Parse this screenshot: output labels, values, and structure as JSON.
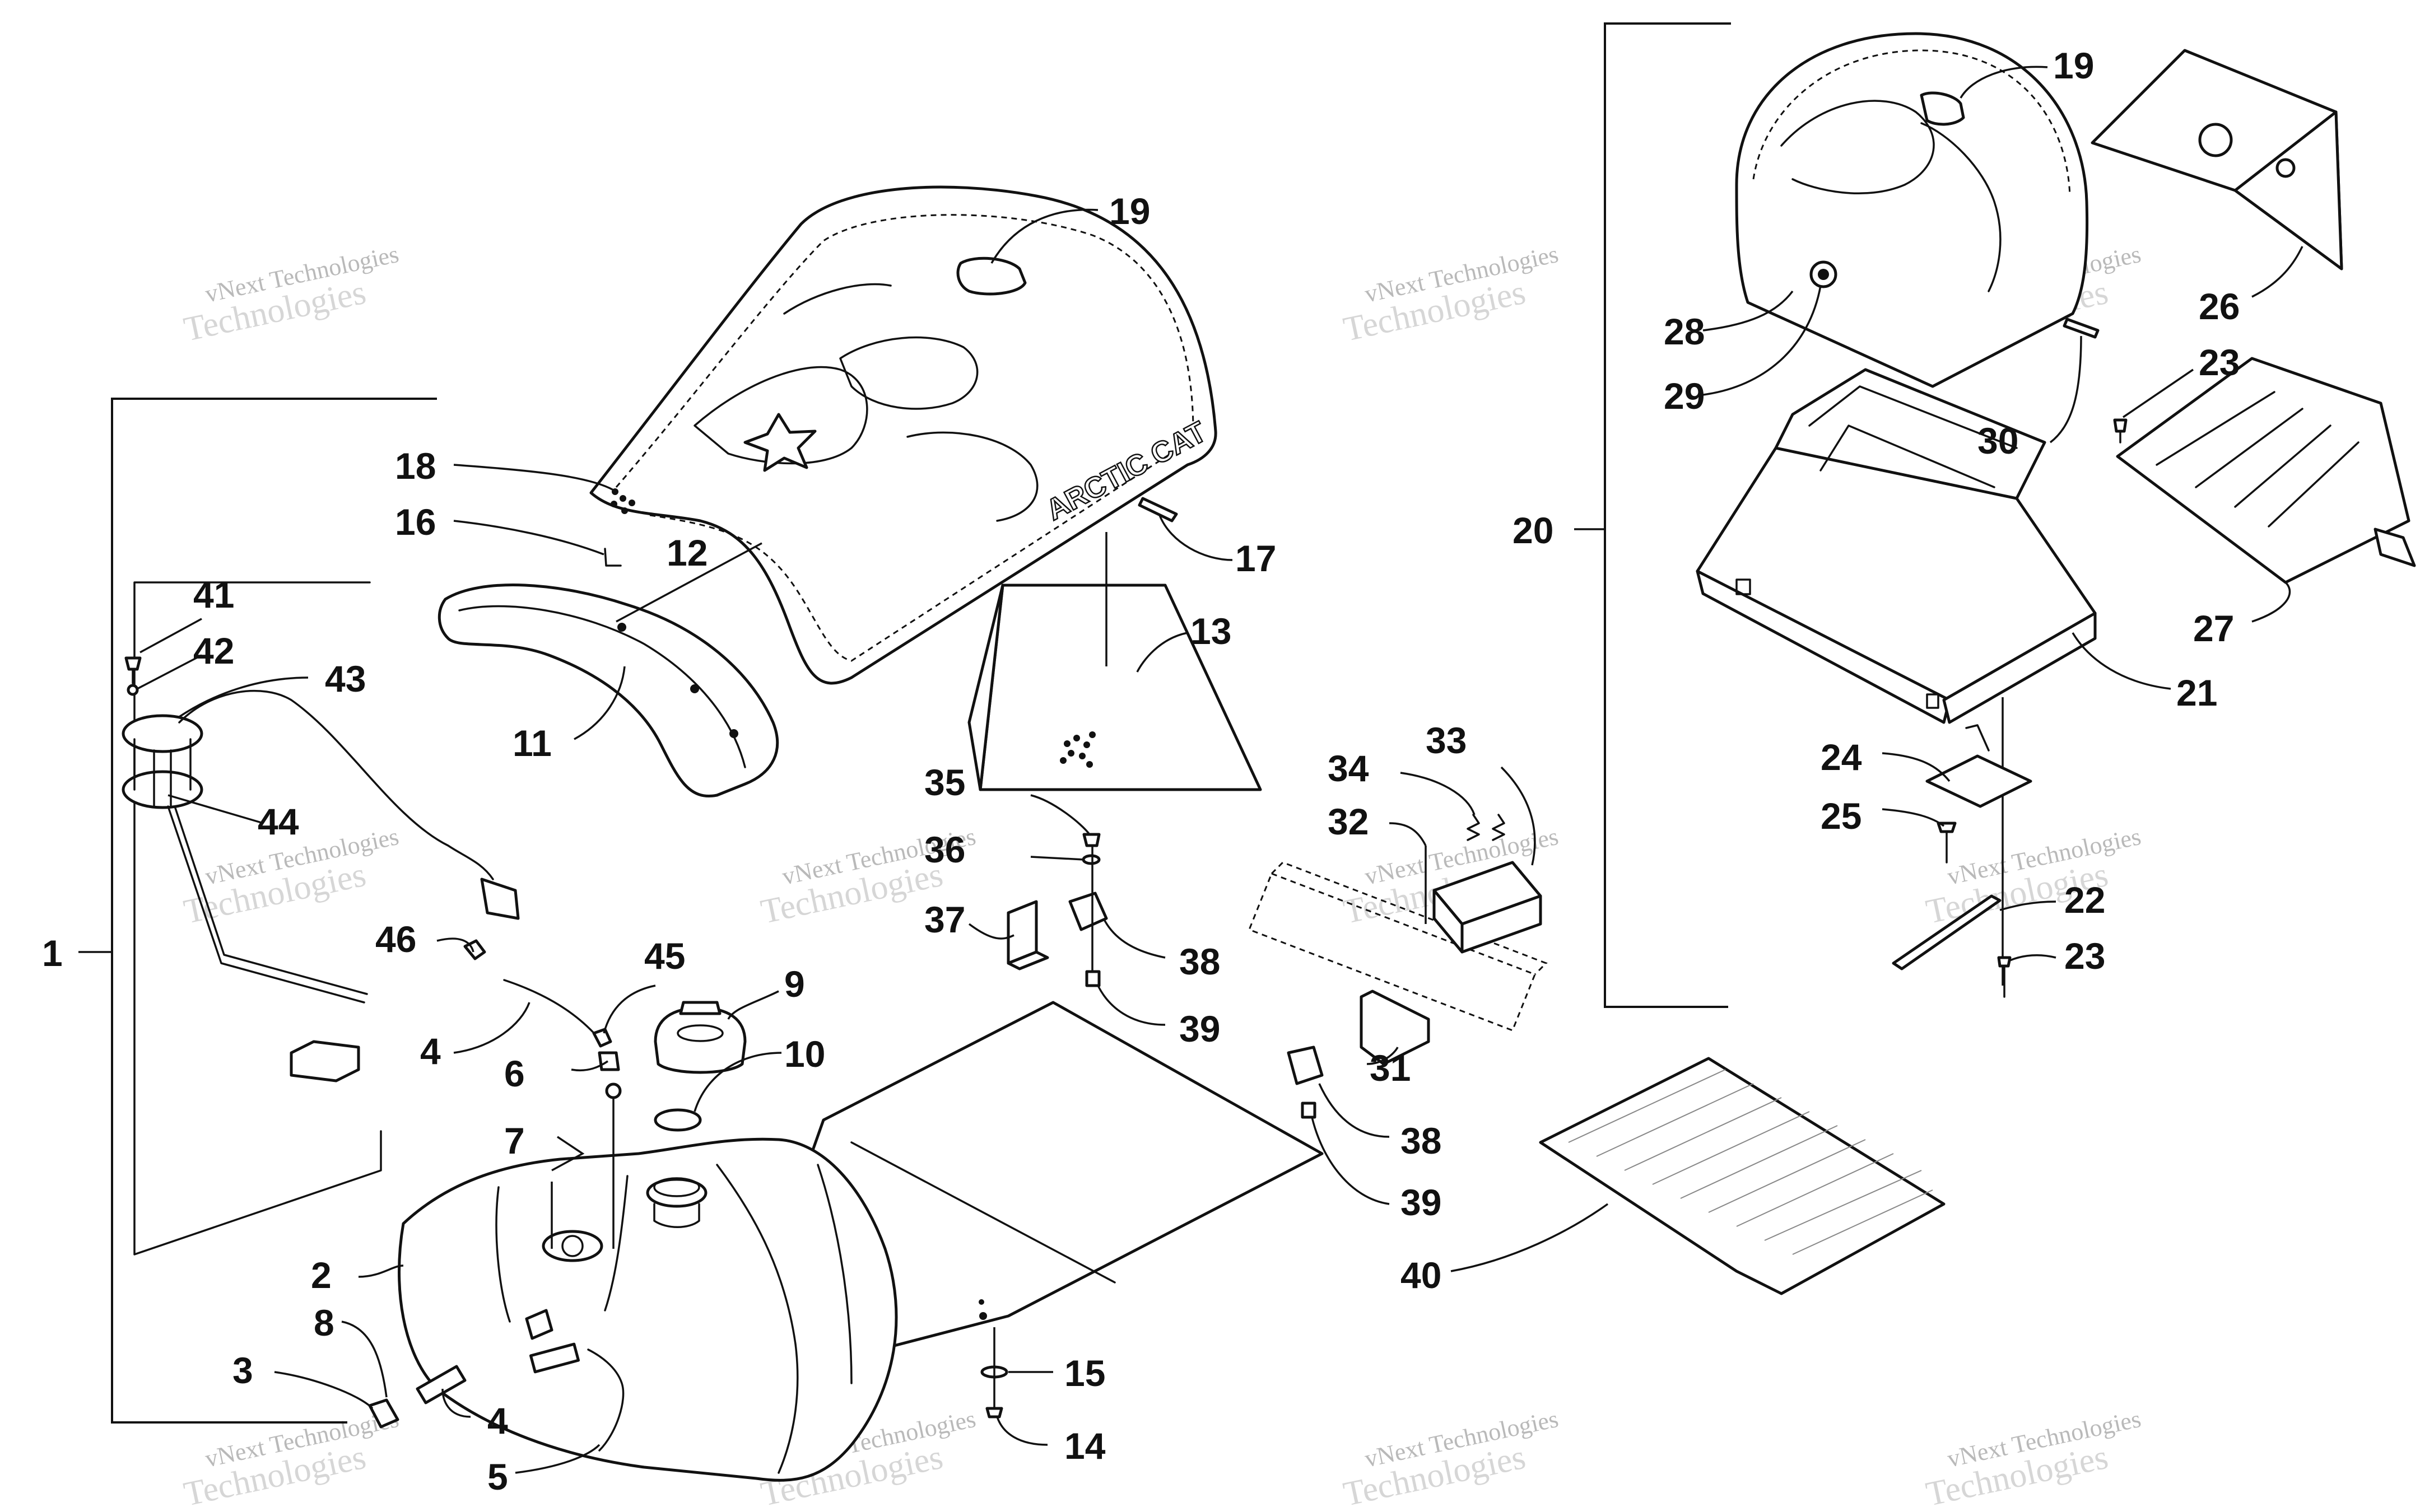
{
  "diagram": {
    "brand_logo_text": "ARCTIC CAT",
    "watermark": {
      "line1": "vNext Technologies",
      "line2": "Technologies"
    },
    "callouts": {
      "c1": "1",
      "c2": "2",
      "c3": "3",
      "c4a": "4",
      "c4b": "4",
      "c5": "5",
      "c6": "6",
      "c7": "7",
      "c8": "8",
      "c9": "9",
      "c10": "10",
      "c11": "11",
      "c12": "12",
      "c13": "13",
      "c14": "14",
      "c15": "15",
      "c16": "16",
      "c17": "17",
      "c18": "18",
      "c19a": "19",
      "c19b": "19",
      "c20": "20",
      "c21": "21",
      "c22": "22",
      "c23a": "23",
      "c23b": "23",
      "c24": "24",
      "c25": "25",
      "c26": "26",
      "c27": "27",
      "c28": "28",
      "c29": "29",
      "c30": "30",
      "c31": "31",
      "c32": "32",
      "c33": "33",
      "c34": "34",
      "c35": "35",
      "c36": "36",
      "c37": "37",
      "c38a": "38",
      "c38b": "38",
      "c39a": "39",
      "c39b": "39",
      "c40": "40",
      "c41": "41",
      "c42": "42",
      "c43": "43",
      "c44": "44",
      "c45": "45",
      "c46": "46"
    }
  }
}
